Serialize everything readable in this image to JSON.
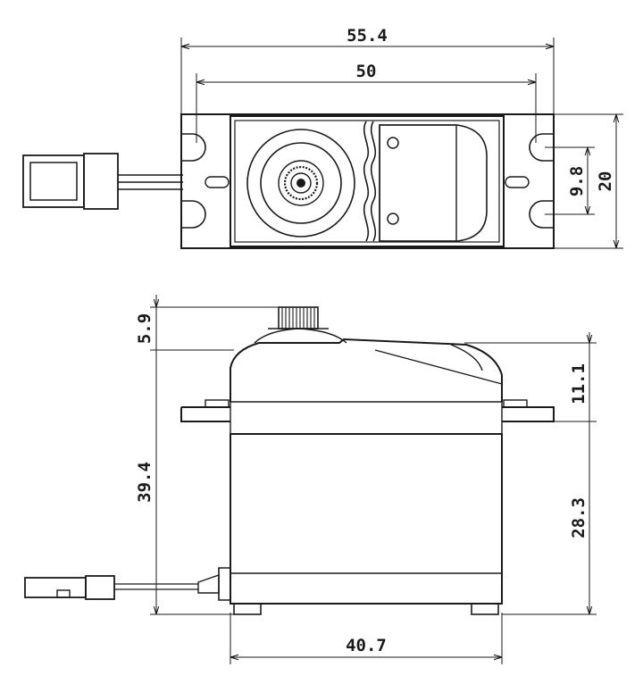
{
  "dimensions": {
    "overall_width": "55.4",
    "mounting_hole_spacing": "50",
    "hole_pitch": "9.8",
    "flange_width": "20",
    "spline_height": "5.9",
    "top_case_height": "11.1",
    "overall_height": "39.4",
    "lower_case_height": "28.3",
    "case_length": "40.7"
  },
  "units": "mm"
}
